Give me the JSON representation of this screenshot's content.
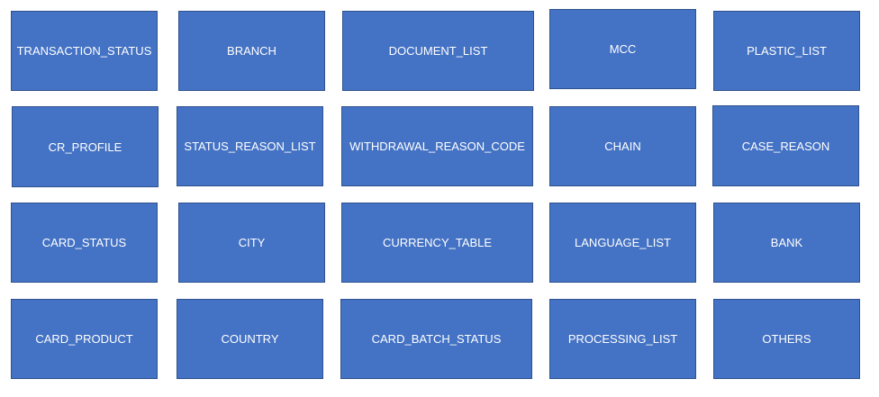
{
  "tiles": [
    {
      "label": "TRANSACTION_STATUS"
    },
    {
      "label": "BRANCH"
    },
    {
      "label": "DOCUMENT_LIST"
    },
    {
      "label": "MCC"
    },
    {
      "label": "PLASTIC_LIST"
    },
    {
      "label": "CR_PROFILE"
    },
    {
      "label": "STATUS_REASON_LIST"
    },
    {
      "label": "WITHDRAWAL_REASON_CODE"
    },
    {
      "label": "CHAIN"
    },
    {
      "label": "CASE_REASON"
    },
    {
      "label": "CARD_STATUS"
    },
    {
      "label": "CITY"
    },
    {
      "label": "CURRENCY_TABLE"
    },
    {
      "label": "LANGUAGE_LIST"
    },
    {
      "label": "BANK"
    },
    {
      "label": "CARD_PRODUCT"
    },
    {
      "label": "COUNTRY"
    },
    {
      "label": "CARD_BATCH_STATUS"
    },
    {
      "label": "PROCESSING_LIST"
    },
    {
      "label": "OTHERS"
    }
  ]
}
